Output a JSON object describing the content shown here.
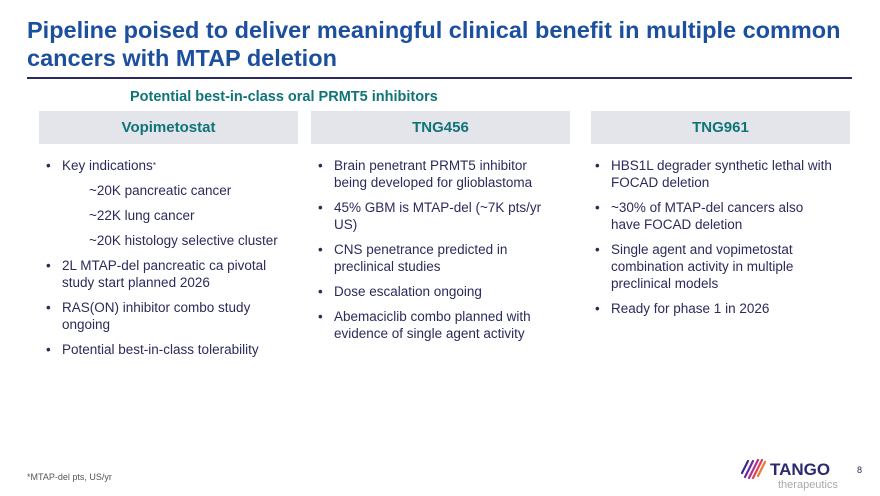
{
  "title": "Pipeline poised to deliver meaningful clinical benefit in multiple common cancers with MTAP deletion",
  "subtitle": "Potential best-in-class oral PRMT5 inhibitors",
  "columns": [
    {
      "header": "Vopimetostat",
      "items": [
        {
          "text": "Key indications",
          "mark": "*",
          "sub": false
        },
        {
          "text": "~20K pancreatic cancer",
          "sub": true
        },
        {
          "text": "~22K lung cancer",
          "sub": true
        },
        {
          "text": "~20K histology selective cluster",
          "sub": true
        },
        {
          "text": "2L MTAP-del pancreatic ca pivotal study start planned 2026",
          "sub": false
        },
        {
          "text": "RAS(ON) inhibitor combo study ongoing",
          "sub": false
        },
        {
          "text": "Potential best-in-class tolerability",
          "sub": false
        }
      ]
    },
    {
      "header": "TNG456",
      "items": [
        {
          "text": "Brain penetrant PRMT5 inhibitor being developed for glioblastoma"
        },
        {
          "text": "45% GBM is MTAP-del (~7K pts/yr US)"
        },
        {
          "text": "CNS penetrance predicted in preclinical studies"
        },
        {
          "text": "Dose escalation ongoing"
        },
        {
          "text": "Abemaciclib combo planned with evidence of single agent activity"
        }
      ]
    },
    {
      "header": "TNG961",
      "items": [
        {
          "text": "HBS1L degrader synthetic lethal with FOCAD deletion"
        },
        {
          "text": "~30% of MTAP-del cancers also have FOCAD deletion"
        },
        {
          "text": "Single agent and vopimetostat combination activity in multiple preclinical models"
        },
        {
          "text": "Ready for phase 1 in 2026"
        }
      ]
    }
  ],
  "footnote": "*MTAP-del pts, US/yr",
  "logo": {
    "name": "TANGO",
    "tagline": "therapeutics"
  },
  "page_number": "8"
}
